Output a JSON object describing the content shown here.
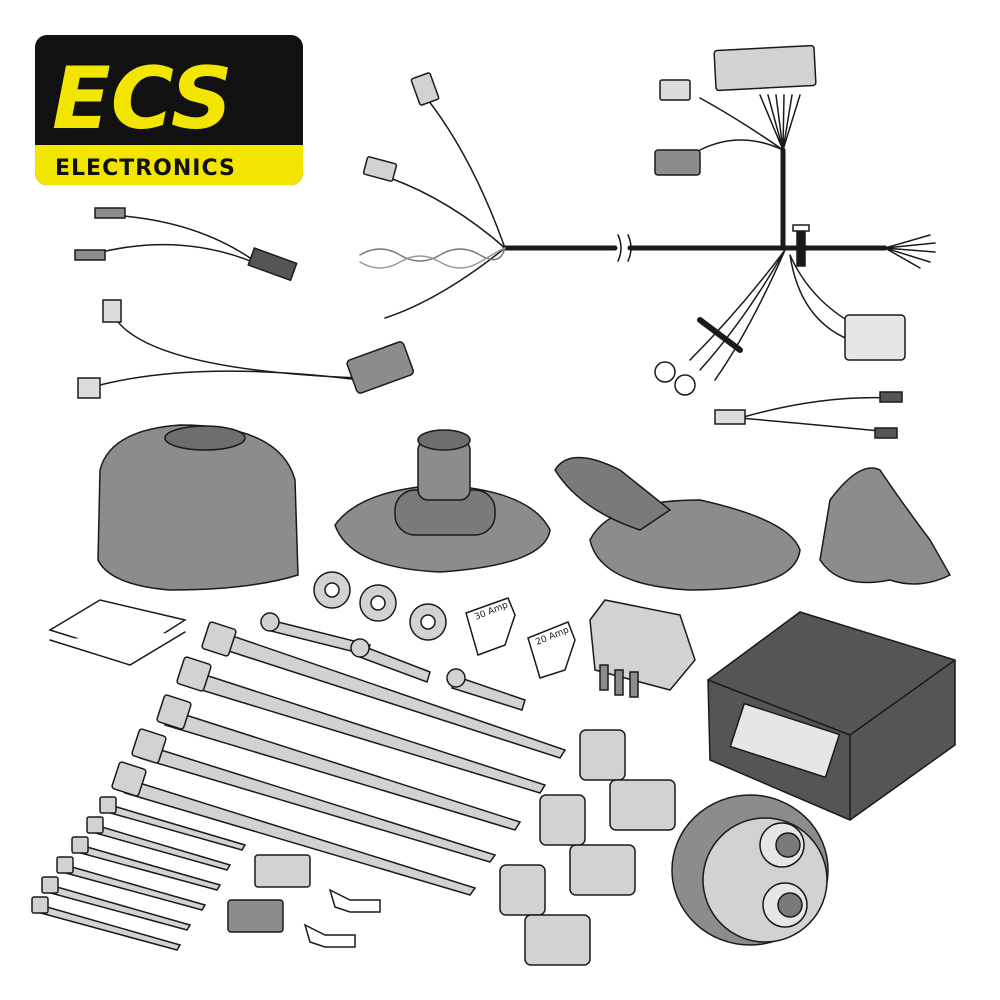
{
  "logo": {
    "brand": "ECS",
    "subtitle": "ELECTRONICS",
    "colors": {
      "background": "#111111",
      "accent": "#f2e500"
    }
  },
  "fuses": [
    {
      "label": "30 Amp"
    },
    {
      "label": "20 Amp"
    }
  ],
  "colors": {
    "part_gray": "#8c8c8c",
    "part_light": "#d2d2d2",
    "outline": "#1a1a1a"
  }
}
